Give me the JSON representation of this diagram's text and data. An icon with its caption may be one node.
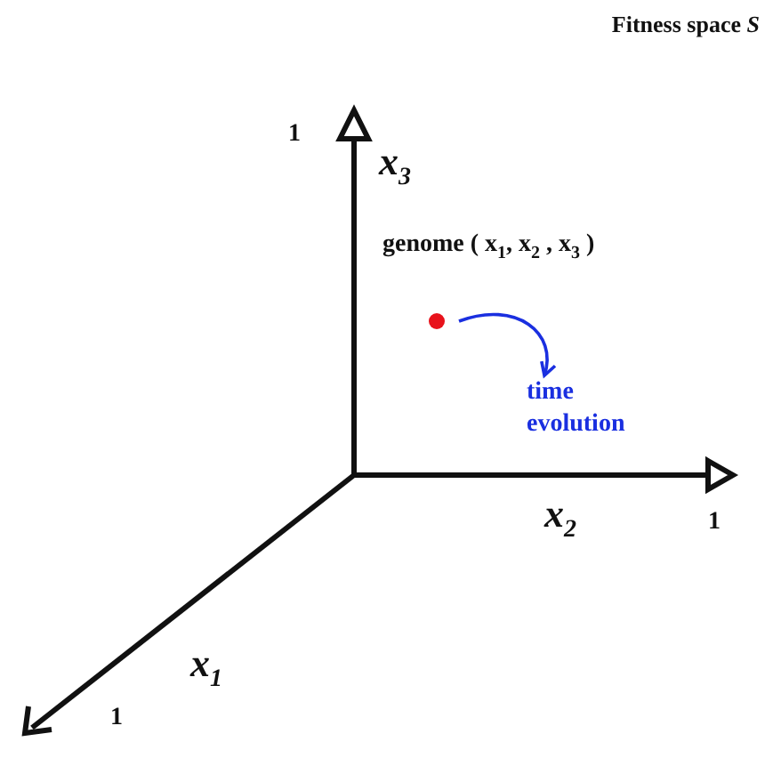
{
  "diagram": {
    "title": "Fitness space *S*",
    "nodes": [
      {
        "text": [],
        "shape": "circle"
      },
      {
        "text": [
          "time evolution"
        ]
      }
    ],
    "edges": [
      {
        "from": 0,
        "to": 1,
        "arrow": "to",
        "color": "#1a2fe0"
      }
    ],
    "labels": [
      "1",
      "x$_{3}$",
      "genome ( x$_{1}$,  x$_{2}$ , x$_{3}$ )",
      "x$_{2}$",
      "1",
      "x$_{1}$",
      "1"
    ]
  }
}
